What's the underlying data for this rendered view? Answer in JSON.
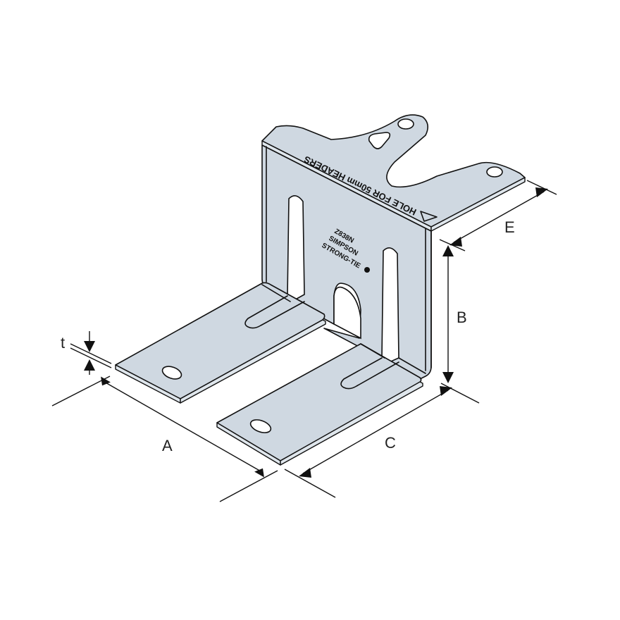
{
  "diagram": {
    "subject": "Z-bracket / header hanger isometric drawing",
    "colors": {
      "metal": "#cfd8e1",
      "outline": "#111111",
      "background": "#ffffff"
    },
    "stamps": {
      "flange_text": "HOLE FOR 50mm HEADERS",
      "model": "Z838N",
      "brand_line1": "SIMPSON",
      "brand_line2": "STRONG-TIE"
    },
    "dimensions": {
      "a": "A",
      "b": "B",
      "c": "C",
      "e": "E",
      "t": "t"
    }
  }
}
